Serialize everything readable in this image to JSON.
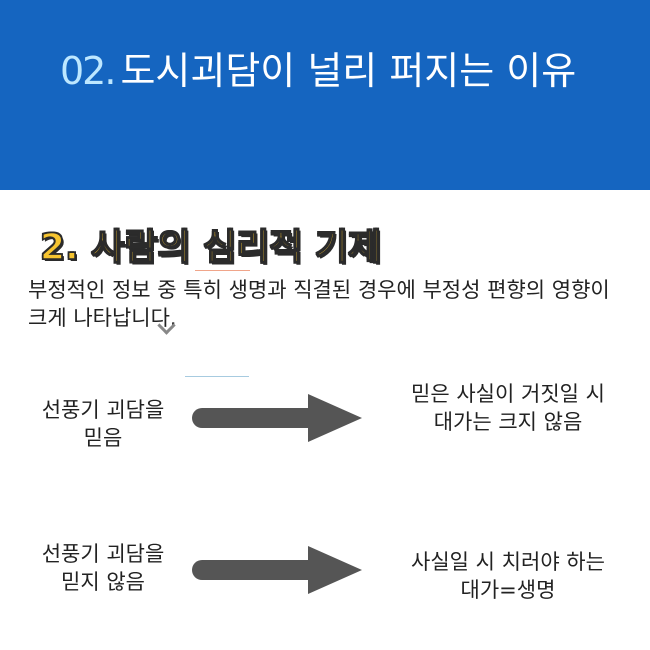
{
  "header": {
    "number": "02.",
    "title": "도시괴담이 널리 퍼지는 이유",
    "background_color": "#1565c0",
    "number_color": "#bde7ff"
  },
  "section": {
    "heading": "2. 사람의 심리적 기제",
    "heading_color": "#f6c430",
    "body": "부정적인 정보 중 특히 생명과 직결된 경우에 부정성 편향의 영향이 크게 나타납니다."
  },
  "comparisons": [
    {
      "left_line1": "선풍기 괴담을",
      "left_line2": "믿음",
      "right_line1": "믿은 사실이 거짓일 시",
      "right_line2": "대가는 크지 않음",
      "arrow_icon": "arrow-right-icon"
    },
    {
      "left_line1": "선풍기 괴담을",
      "left_line2": "믿지 않음",
      "right_line1": "사실일 시 치러야 하는",
      "right_line2": "대가=생명",
      "arrow_icon": "arrow-right-icon"
    }
  ],
  "arrow_color": "#555555"
}
